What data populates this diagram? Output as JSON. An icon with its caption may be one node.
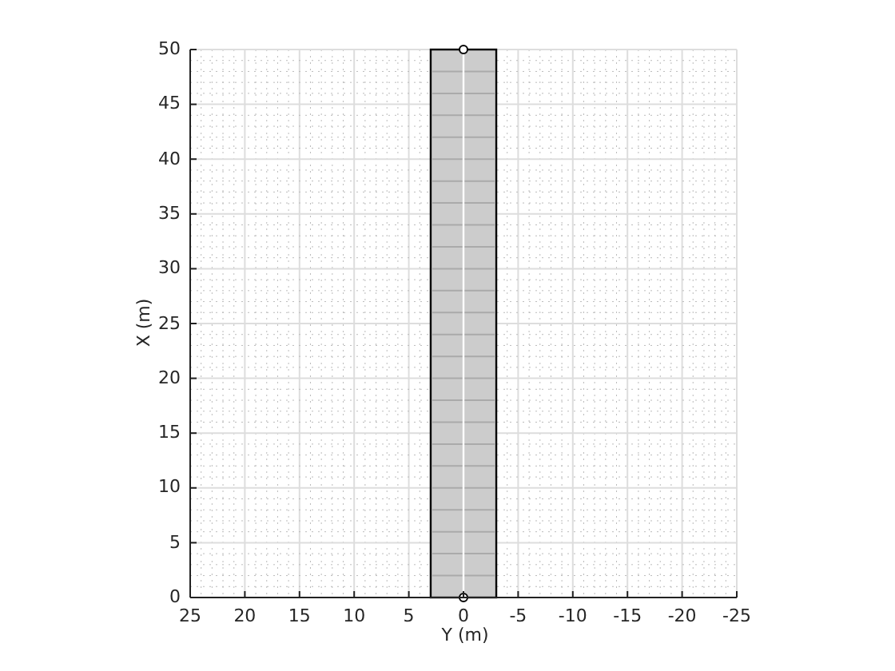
{
  "diagram": {
    "labels": [
      "50",
      "45",
      "40",
      "35",
      "30",
      "25",
      "20",
      "15",
      "10",
      "5",
      "0",
      "X (m)",
      "25",
      "20",
      "15",
      "10",
      "5",
      "0",
      "-5",
      "-10",
      "-15",
      "-20",
      "-25",
      "Y (m)"
    ]
  }
}
